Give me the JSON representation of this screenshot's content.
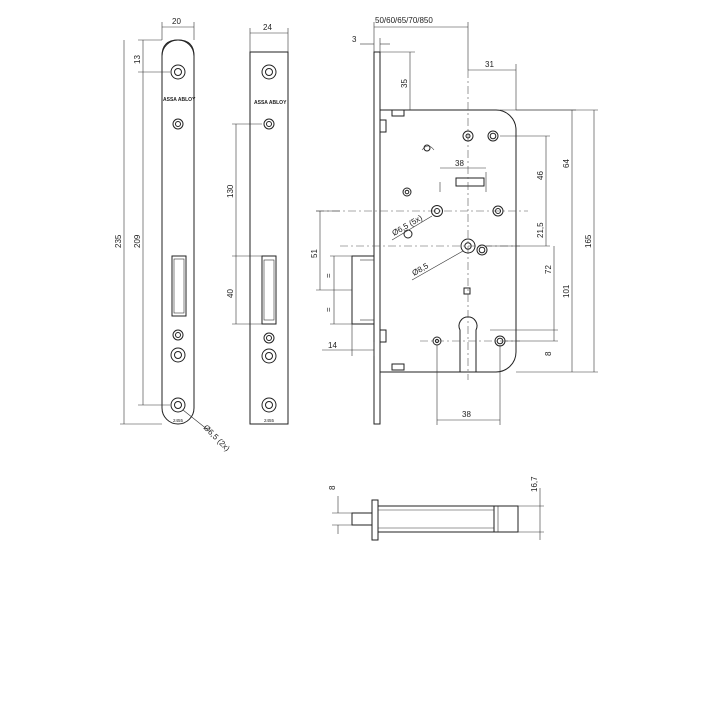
{
  "faceplate_round": {
    "width_label": "20",
    "top_hole_label": "13",
    "total_length_label": "235",
    "hole_spacing_label": "209",
    "hole_dia_label": "Ø6,5 (2x)",
    "brand": "ASSA ABLOY",
    "model": "2455"
  },
  "faceplate_square": {
    "width_label": "24",
    "upper_label": "130",
    "latch_label": "40",
    "brand": "ASSA ABLOY",
    "model": "2455"
  },
  "lock_body": {
    "backset_label": "50/60/65/70/850",
    "plate_thickness_label": "3",
    "top_offset_label": "35",
    "right_offset_label": "31",
    "hole_spacing_label": "38",
    "dim_46": "46",
    "dim_64": "64",
    "dim_165": "165",
    "dim_21_5": "21,5",
    "holes_label": "Ø6,5 (5x)",
    "spindle_label": "Ø8,5",
    "dim_51": "51",
    "eq_label_1": "=",
    "eq_label_2": "=",
    "dim_72": "72",
    "dim_101": "101",
    "dim_8": "8",
    "dim_14": "14",
    "bottom_spacing_label": "38"
  },
  "side_view": {
    "bolt_label": "8",
    "depth_label": "16,7"
  }
}
